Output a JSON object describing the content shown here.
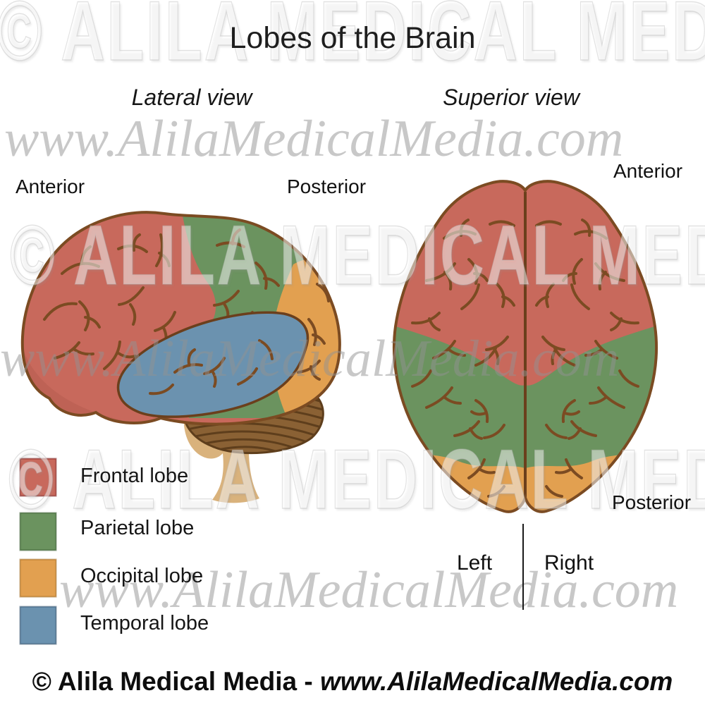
{
  "title": "Lobes of the Brain",
  "views": {
    "lateral": {
      "label": "Lateral view",
      "anterior": "Anterior",
      "posterior": "Posterior"
    },
    "superior": {
      "label": "Superior view",
      "anterior": "Anterior",
      "posterior": "Posterior",
      "left": "Left",
      "right": "Right"
    }
  },
  "legend": {
    "items": [
      {
        "label": "Frontal lobe",
        "color": "#C8695C"
      },
      {
        "label": "Parietal lobe",
        "color": "#6B935F"
      },
      {
        "label": "Occipital lobe",
        "color": "#E2A050"
      },
      {
        "label": "Temporal lobe",
        "color": "#6B92AF"
      }
    ]
  },
  "watermark": {
    "big": "© ALILA MEDICAL MEDIA",
    "url": "www.AlilaMedicalMedia.com"
  },
  "footer": {
    "credit_prefix": "© Alila Medical Media - ",
    "credit_url": "www.AlilaMedicalMedia.com"
  },
  "colors": {
    "frontal": "#C8695C",
    "parietal": "#6B935F",
    "occipital": "#E2A050",
    "temporal": "#6B92AF",
    "cerebellum": "#8A6134",
    "cerebellum_stripe": "#5E3E1C",
    "brainstem": "#D9B27C",
    "outline": "#7B4B22",
    "gyri": "#7B4B22",
    "midline": "#6B3F1C"
  }
}
